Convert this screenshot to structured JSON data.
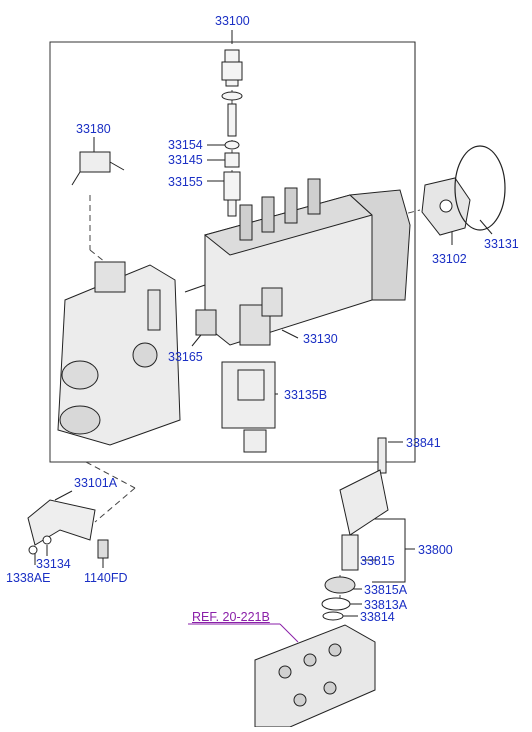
{
  "labels": {
    "p33100": "33100",
    "p33180": "33180",
    "p33154": "33154",
    "p33145": "33145",
    "p33155": "33155",
    "p33165": "33165",
    "p33130": "33130",
    "p33135b": "33135B",
    "p33102": "33102",
    "p33131": "33131",
    "p33841": "33841",
    "p33101a": "33101A",
    "p33134": "33134",
    "p1338ae": "1338AE",
    "p1140fd": "1140FD",
    "p33800": "33800",
    "p33815": "33815",
    "p33815a": "33815A",
    "p33813a": "33813A",
    "p33814": "33814",
    "ref": "REF. 20-221B"
  },
  "colors": {
    "label": "#1a2fc4",
    "ref": "#8a1fa8",
    "line": "#222222"
  }
}
